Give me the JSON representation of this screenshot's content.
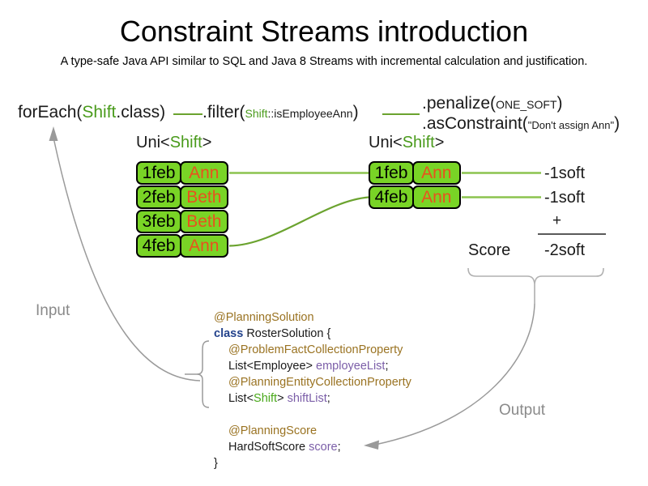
{
  "header": {
    "title": "Constraint Streams introduction",
    "subtitle": "A type-safe Java API similar to SQL and Java 8 Streams with incremental calculation and justification."
  },
  "pipeline": {
    "foreach": {
      "prefix": "forEach(",
      "type": "Shift",
      "suffix": ".class)"
    },
    "filter": {
      "prefix": ".filter(",
      "type": "Shift",
      "method": "::isEmployeeAnn",
      "suffix": ")"
    },
    "penalize": {
      "prefix": ".penalize(",
      "arg": "ONE_SOFT",
      "suffix": ")"
    },
    "as_constraint": {
      "prefix": ".asConstraint(",
      "arg": "\"Don't assign Ann\"",
      "suffix": ")"
    }
  },
  "streams": {
    "left_caption": {
      "prefix": "Uni<",
      "type": "Shift",
      "suffix": ">"
    },
    "right_caption": {
      "prefix": "Uni<",
      "type": "Shift",
      "suffix": ">"
    },
    "left_rows": [
      {
        "date": "1feb",
        "employee": "Ann"
      },
      {
        "date": "2feb",
        "employee": "Beth"
      },
      {
        "date": "3feb",
        "employee": "Beth"
      },
      {
        "date": "4feb",
        "employee": "Ann"
      }
    ],
    "right_rows": [
      {
        "date": "1feb",
        "employee": "Ann"
      },
      {
        "date": "4feb",
        "employee": "Ann"
      }
    ]
  },
  "score": {
    "penalties": [
      "-1soft",
      "-1soft"
    ],
    "operator": "+",
    "label": "Score",
    "total": "-2soft"
  },
  "code": {
    "line1_annotation": "@PlanningSolution",
    "line2_keyword": "class",
    "line2_name": " RosterSolution {",
    "line3_annotation": "@ProblemFactCollectionProperty",
    "line4_type": "List<Employee> ",
    "line4_var": "employeeList",
    "line4_semi": ";",
    "line5_annotation": "@PlanningEntityCollectionProperty",
    "line6_pre": "List<",
    "line6_generic": "Shift",
    "line6_post": "> ",
    "line6_var": "shiftList",
    "line6_semi": ";",
    "line7_annotation": "@PlanningScore",
    "line8_type": "HardSoftScore ",
    "line8_var": "score",
    "line8_semi": ";",
    "line9_close": "}"
  },
  "annotations": {
    "input": "Input",
    "output": "Output"
  },
  "colors": {
    "box_fill": "#79d426",
    "box_border": "#000000",
    "employee_text": "#e8521e",
    "connector_green": "#6ba32f",
    "type_green": "#4a9b1c",
    "annotation_gold": "#9a7322",
    "keyword_blue": "#24438c",
    "variable_purple": "#7b5ea8",
    "gray_label": "#8a8a8a"
  }
}
